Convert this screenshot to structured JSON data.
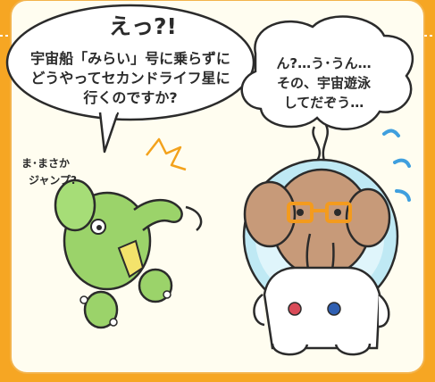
{
  "bubble_left": {
    "title": "えっ?!",
    "lines": [
      "宇宙船「みらい」号に乗らずに",
      "どうやってセカンドライフ星に",
      "行くのですか?"
    ]
  },
  "bubble_right": {
    "lines": [
      "ん?…う･うん…",
      "その、宇宙遊泳",
      "してだぞう…"
    ]
  },
  "green_elephant_text": {
    "lines": [
      "ま･まさか",
      "ジャンプ?"
    ]
  },
  "colors": {
    "frame": "#f6a623",
    "panel": "#fffdf0",
    "green_elephant": "#9bd36a",
    "brown_elephant": "#c79a79",
    "helmet": "#bfe9f4"
  }
}
